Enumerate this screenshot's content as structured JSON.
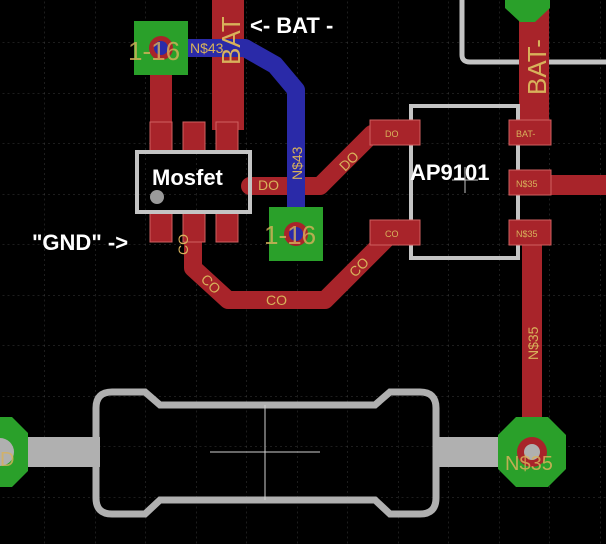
{
  "colors": {
    "background": "#000000",
    "grid": "#3a3a3a",
    "copper_top": "#a8242a",
    "copper_bottom": "#2a2aa8",
    "via": "#2aa02a",
    "silkscreen": "#c4c4c4",
    "net_text": "#d8b25b",
    "label_text": "#ffffff"
  },
  "annotations": {
    "bat_arrow": "<- BAT -",
    "gnd_arrow": "\"GND\" ->",
    "mosfet": "Mosfet",
    "ap9101": "AP9101"
  },
  "nets": {
    "bat_vertical": "BAT",
    "bat_right": "BAT-",
    "n43_top": "N$43",
    "n43_via": "N$43",
    "do_h": "DO",
    "do_diag": "DO",
    "co_left": "CO",
    "co_bottom": "CO",
    "co_right": "CO",
    "n35_trace": "N$35",
    "n35_pad": "N$35",
    "n35_pad_bottom": "N$35"
  },
  "vias": {
    "top_left_label": "1-16",
    "middle_label": "1-16",
    "left_edge_label": "D"
  },
  "pads": {
    "ap_do": "DO",
    "ap_co": "CO",
    "ap_bat": "BAT-",
    "ap_n35_1": "N$35",
    "ap_n35_2": "N$35"
  }
}
